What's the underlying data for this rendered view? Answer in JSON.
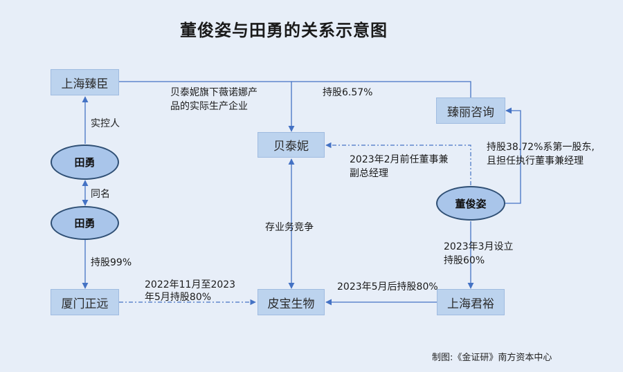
{
  "title": "董俊姿与田勇的关系示意图",
  "nodes": {
    "shanghai_zhenchen": "上海臻臣",
    "zhenli_consulting": "臻丽咨询",
    "beitaini": "贝泰妮",
    "tian_yong_1": "田勇",
    "tian_yong_2": "田勇",
    "dong_junzi": "董俊姿",
    "xiamen_zhengyuan": "厦门正远",
    "pibao_bio": "皮宝生物",
    "shanghai_junyu": "上海君裕"
  },
  "labels": {
    "actual_controller": "实控人",
    "same_name": "同名",
    "holds_99": "持股99%",
    "winona_production_1": "贝泰妮旗下薇诺娜产",
    "winona_production_2": "品的实际生产企业",
    "holds_657": "持股6.57%",
    "holds_3872_1": "持股38.72%系第一股东,",
    "holds_3872_2": "且担任执行董事兼经理",
    "former_director_1": "2023年2月前任董事兼",
    "former_director_2": "副总经理",
    "competition": "存业务竞争",
    "founded_1": "2023年3月设立",
    "founded_2": "持股60%",
    "xiamen_hold_1": "2022年11月至2023",
    "xiamen_hold_2": "年5月持股80%",
    "junyu_hold": "2023年5月后持股80%"
  },
  "credit": "制图:《金证研》南方资本中心",
  "colors": {
    "background": "#e7eef8",
    "box_fill": "#bcd3ee",
    "ellipse_fill": "#a9c5ea",
    "ellipse_stroke": "#2f4f74",
    "connector": "#4472c4"
  }
}
